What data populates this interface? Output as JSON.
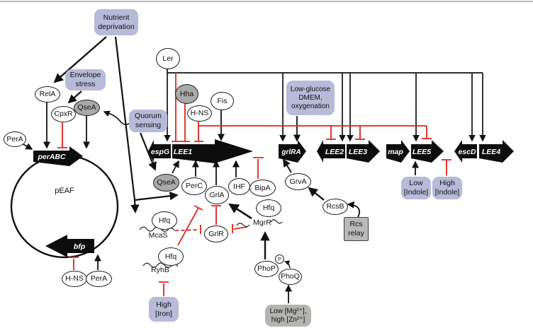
{
  "colors": {
    "activation": "#111111",
    "inhibition": "#e2231a",
    "env_box_fill": "#b7bad8",
    "gray_box_fill": "#b9b9b9",
    "gray_node_fill": "#a9a9a9",
    "gene_fill": "#0d0d0d",
    "gene_text": "#ffffff"
  },
  "env_boxes": {
    "nutrient_deprivation": "Nutrient\ndeprivation",
    "envelope_stress": "Envelope\nstress",
    "quorum_sensing": "Quorum\nsensing",
    "low_glucose": "Low-glucose\nDMEM,\noxygenation",
    "low_indole": "Low\n[Indole]",
    "high_indole": "High\n[Indole]",
    "high_iron": "High\n[Iron]",
    "rcs_relay": "Rcs\nrelay",
    "low_mg_high_zn": "Low [Mg²⁺],\nhigh [Zn²⁺]"
  },
  "proteins": {
    "relA": "RelA",
    "cpxR": "CpxR",
    "qseA_top": "QseA",
    "perA_left": "PerA",
    "ler": "Ler",
    "hha": "Hha",
    "hns_top": "H-NS",
    "fis": "Fis",
    "qseA_bottom": "QseA",
    "perC": "PerC",
    "grlA": "GrlA",
    "ihf": "IHF",
    "bipA": "BipA",
    "grvA": "GrvA",
    "rcsB": "RcsB",
    "grlR": "GrlR",
    "hfq_mcas": "Hfq",
    "hfq_ryhb": "Hfq",
    "hfq_mgrr": "Hfq",
    "phoP": "PhoP",
    "phoQ": "PhoQ",
    "phosphate": "P",
    "hns_bottom": "H-NS",
    "perA_bottom": "PerA"
  },
  "srnas": {
    "mcas": "McaS",
    "ryhb": "RyhB",
    "mgrr": "MgrR"
  },
  "genes": {
    "espG": "espG",
    "lee1": "LEE1",
    "grlRA": "grlRA",
    "lee2": "LEE2",
    "lee3": "LEE3",
    "map": "map",
    "lee5": "LEE5",
    "escD": "escD",
    "lee4": "LEE4",
    "perABC": "perABC",
    "bfp": "bfp"
  },
  "plasmid": {
    "label": "pEAF"
  },
  "interactions": [
    {
      "source": "Nutrient deprivation",
      "target": "RelA",
      "effect": "activation"
    },
    {
      "source": "Nutrient deprivation",
      "target": "McaS",
      "effect": "activation"
    },
    {
      "source": "Nutrient deprivation",
      "target": "PerC",
      "effect": "activation"
    },
    {
      "source": "Envelope stress",
      "target": "CpxR",
      "effect": "activation"
    },
    {
      "source": "RelA",
      "target": "perABC",
      "effect": "activation"
    },
    {
      "source": "CpxR",
      "target": "perABC",
      "effect": "inhibition"
    },
    {
      "source": "QseA",
      "target": "perABC",
      "effect": "activation"
    },
    {
      "source": "PerA",
      "target": "perABC",
      "effect": "activation"
    },
    {
      "source": "Quorum sensing",
      "target": "QseA",
      "effect": "activation"
    },
    {
      "source": "QseA",
      "target": "LEE1",
      "effect": "activation"
    },
    {
      "source": "Ler",
      "target": "espG/LEE1",
      "effect": "activation"
    },
    {
      "source": "Ler",
      "target": "LEE1",
      "effect": "inhibition"
    },
    {
      "source": "Ler",
      "target": "grlRA",
      "effect": "activation"
    },
    {
      "source": "Ler",
      "target": "LEE2",
      "effect": "activation"
    },
    {
      "source": "Ler",
      "target": "LEE3",
      "effect": "activation"
    },
    {
      "source": "Ler",
      "target": "LEE5",
      "effect": "activation"
    },
    {
      "source": "Ler",
      "target": "escD",
      "effect": "activation"
    },
    {
      "source": "Ler",
      "target": "LEE4",
      "effect": "activation"
    },
    {
      "source": "Hha",
      "target": "LEE1",
      "effect": "inhibition"
    },
    {
      "source": "H-NS",
      "target": "LEE1",
      "effect": "inhibition"
    },
    {
      "source": "H-NS",
      "target": "LEE2",
      "effect": "inhibition"
    },
    {
      "source": "H-NS",
      "target": "LEE3",
      "effect": "inhibition"
    },
    {
      "source": "H-NS",
      "target": "LEE5",
      "effect": "inhibition"
    },
    {
      "source": "Fis",
      "target": "LEE1",
      "effect": "activation"
    },
    {
      "source": "Low-glucose DMEM, oxygenation",
      "target": "grlRA",
      "effect": "activation"
    },
    {
      "source": "PerC",
      "target": "LEE1",
      "effect": "activation"
    },
    {
      "source": "GrlA",
      "target": "LEE1",
      "effect": "activation"
    },
    {
      "source": "IHF",
      "target": "LEE1",
      "effect": "activation"
    },
    {
      "source": "BipA",
      "target": "LEE1/grlRA",
      "effect": "inhibition"
    },
    {
      "source": "GrvA",
      "target": "grlRA",
      "effect": "activation"
    },
    {
      "source": "Rcs relay",
      "target": "RcsB",
      "effect": "activation"
    },
    {
      "source": "RcsB",
      "target": "GrvA",
      "effect": "activation"
    },
    {
      "source": "GrlR",
      "target": "GrlA",
      "effect": "inhibition"
    },
    {
      "source": "McaS/Hfq",
      "target": "GrlR",
      "effect": "inhibition"
    },
    {
      "source": "RyhB/Hfq",
      "target": "GrlA",
      "effect": "inhibition"
    },
    {
      "source": "MgrR",
      "target": "GrlR",
      "effect": "inhibition"
    },
    {
      "source": "MgrR",
      "target": "GrlA",
      "effect": "activation"
    },
    {
      "source": "PhoP",
      "target": "MgrR",
      "effect": "activation"
    },
    {
      "source": "PhoQ",
      "target": "PhoP~P",
      "effect": "activation"
    },
    {
      "source": "Low [Mg2+], high [Zn2+]",
      "target": "PhoQ",
      "effect": "activation"
    },
    {
      "source": "High [Iron]",
      "target": "RyhB",
      "effect": "inhibition"
    },
    {
      "source": "Low [Indole]",
      "target": "LEE5",
      "effect": "activation"
    },
    {
      "source": "High [Indole]",
      "target": "LEE5",
      "effect": "inhibition"
    },
    {
      "source": "H-NS",
      "target": "bfp",
      "effect": "inhibition"
    },
    {
      "source": "PerA",
      "target": "bfp",
      "effect": "activation"
    }
  ]
}
